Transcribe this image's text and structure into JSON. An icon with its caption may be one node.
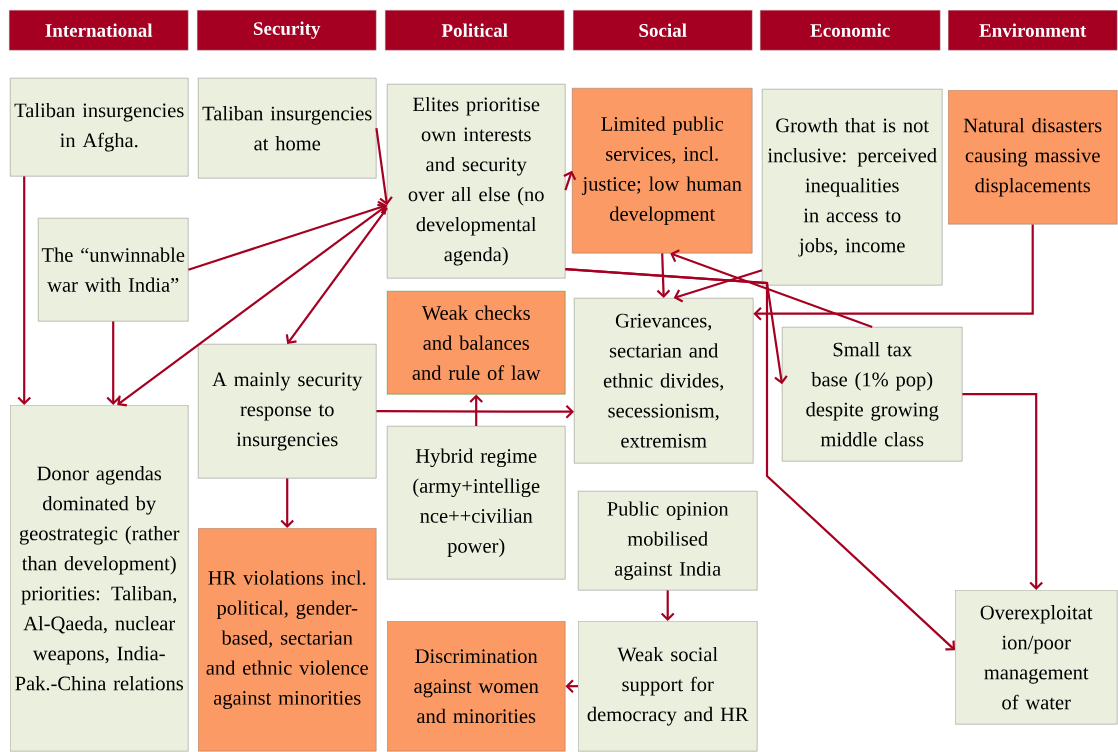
{
  "diagram": {
    "nodes": [
      {
        "text": [
          "International"
        ]
      },
      {
        "text": [
          "Security"
        ]
      },
      {
        "text": [
          "Political"
        ]
      },
      {
        "text": [
          "Social"
        ]
      },
      {
        "text": [
          "Economic"
        ]
      },
      {
        "text": [
          "Environment"
        ]
      },
      {
        "text": [
          "Taliban insurgencies in Afgha."
        ]
      },
      {
        "text": [
          "Taliban insurgencies at home"
        ]
      },
      {
        "text": [
          "Elites prioritise own interests and security over all else (no developmental agenda)"
        ]
      },
      {
        "text": [
          "Limited public services, incl. justice; low human development"
        ]
      },
      {
        "text": [
          "Growth that is not inclusive: perceived inequalities in access to jobs, income"
        ]
      },
      {
        "text": [
          "Natural disasters causing massive displacements"
        ]
      },
      {
        "text": [
          "The “unwinnable war with India”"
        ]
      },
      {
        "text": [
          "Weak checks and balances and rule of law"
        ]
      },
      {
        "text": [
          "Grievances, sectarian and ethnic divides, secessionism, extremism"
        ]
      },
      {
        "text": [
          "Small tax base (1% pop) despite growing middle class"
        ]
      },
      {
        "text": [
          "A mainly security response to insurgencies"
        ]
      },
      {
        "text": [
          "Donor agendas dominated by geostrategic (rather than development) priorities: Taliban, Al-Qaeda, nuclear weapons, India-Pak.-China relations"
        ]
      },
      {
        "text": [
          "Hybrid regime (army+intellige nce++civilian power)"
        ]
      },
      {
        "text": [
          "Public opinion mobilised against India"
        ]
      },
      {
        "text": [
          "HR violations incl. political, gender-based, sectarian and ethnic violence against minorities"
        ]
      },
      {
        "text": [
          "Discrimination against women and minorities"
        ]
      },
      {
        "text": [
          "Weak social support for democracy and HR"
        ]
      },
      {
        "text": [
          "Overexploitat ion/poor management of water"
        ]
      }
    ],
    "edges": [
      {
        "from": 6,
        "to": 17,
        "arrow": "to"
      },
      {
        "from": 7,
        "to": 8,
        "arrow": "to"
      },
      {
        "from": 12,
        "to": 8,
        "arrow": "to"
      },
      {
        "from": 12,
        "to": 17,
        "arrow": "to"
      },
      {
        "from": 17,
        "to": 8,
        "arrow": "both"
      },
      {
        "from": 8,
        "to": 16,
        "arrow": "to"
      },
      {
        "from": 8,
        "to": 9,
        "arrow": "to"
      },
      {
        "from": 9,
        "to": 14,
        "arrow": "to"
      },
      {
        "from": 10,
        "to": 14,
        "arrow": "to"
      },
      {
        "from": 15,
        "to": 9,
        "arrow": "to"
      },
      {
        "from": 11,
        "to": 14,
        "arrow": "to"
      },
      {
        "from": 8,
        "to": 15,
        "arrow": "to"
      },
      {
        "from": 8,
        "to": 23,
        "arrow": "to"
      },
      {
        "from": 16,
        "to": 14,
        "arrow": "to"
      },
      {
        "from": 18,
        "to": 13,
        "arrow": "to"
      },
      {
        "from": 15,
        "to": 23,
        "arrow": "to"
      },
      {
        "from": 16,
        "to": 20,
        "arrow": "to"
      },
      {
        "from": 19,
        "to": 22,
        "arrow": "to"
      },
      {
        "from": 22,
        "to": 21,
        "arrow": "to"
      }
    ]
  }
}
